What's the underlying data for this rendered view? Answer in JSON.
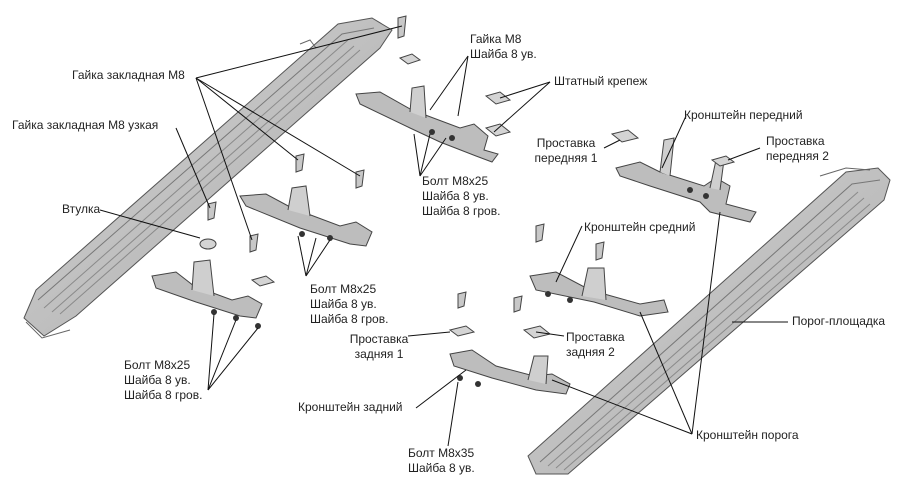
{
  "labels": {
    "gaika_zakladnaya": "Гайка закладная М8",
    "gaika_zakladnaya_uzkaya": "Гайка закладная М8 узкая",
    "vtulka": "Втулка",
    "gaika_m8": "Гайка М8",
    "shaiba_8_uv_top": "Шайба 8 ув.",
    "shtatny_krepezh": "Штатный крепеж",
    "kronshtein_peredny": "Кронштейн передний",
    "prostavka_perednyaya_1_l1": "Проставка",
    "prostavka_perednyaya_1_l2": "передняя 1",
    "prostavka_perednyaya_2_l1": "Проставка",
    "prostavka_perednyaya_2_l2": "передняя 2",
    "bolt_center_l1": "Болт М8х25",
    "bolt_center_l2": "Шайба 8 ув.",
    "bolt_center_l3": "Шайба 8 гров.",
    "bolt_mid_l1": "Болт М8х25",
    "bolt_mid_l2": "Шайба 8 ув.",
    "bolt_mid_l3": "Шайба 8 гров.",
    "bolt_left_l1": "Болт М8х25",
    "bolt_left_l2": "Шайба 8 ув.",
    "bolt_left_l3": "Шайба 8 гров.",
    "kronshtein_sredny": "Кронштейн средний",
    "prostavka_zadnyaya_1_l1": "Проставка",
    "prostavka_zadnyaya_1_l2": "задняя 1",
    "prostavka_zadnyaya_2_l1": "Проставка",
    "prostavka_zadnyaya_2_l2": "задняя 2",
    "porog_ploshchadka": "Порог-площадка",
    "kronshtein_zadny": "Кронштейн задний",
    "kronshtein_poroga": "Кронштейн порога",
    "bolt_m8x35_l1": "Болт М8х35",
    "bolt_m8x35_l2": "Шайба 8 ув."
  }
}
